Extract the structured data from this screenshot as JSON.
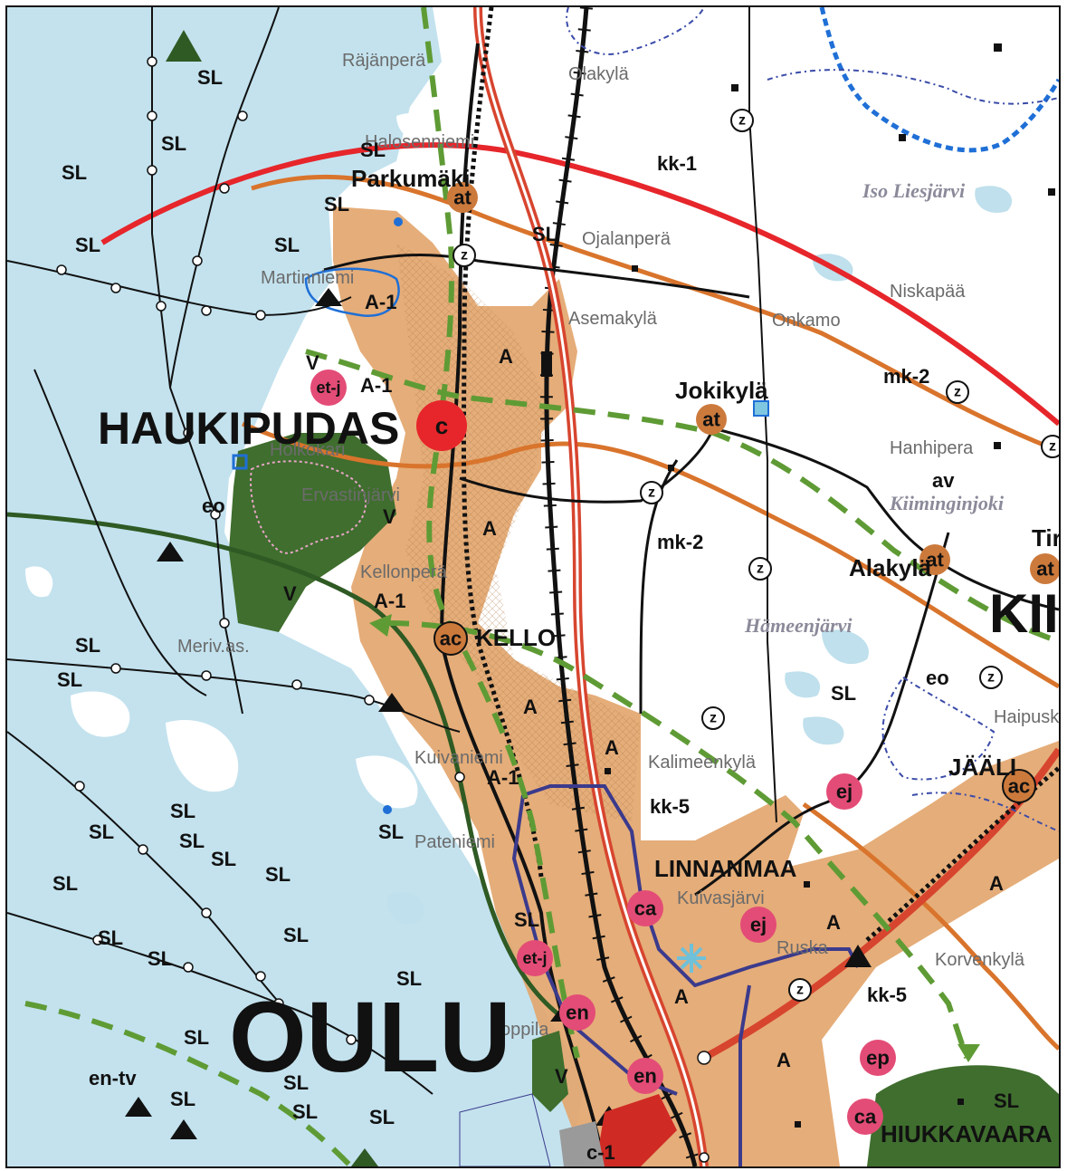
{
  "map": {
    "labels": {
      "haukipudas": "HAUKIPUDAS",
      "oulu": "OULU",
      "kello": "KELLO",
      "linnanmaa": "LINNANMAA",
      "hiukkavaara": "HIUKKAVAARA",
      "jaali": "JÄÄLI",
      "kii": "KII",
      "parkumaki": "Parkumäki",
      "jokikyla": "Jokikylä",
      "alakyla": "Alakylä",
      "tir": "Tir",
      "rajanpera": "Räjänperä",
      "olakyla": "Olakylä",
      "ojalanpera": "Ojalanperä",
      "asemakyla": "Asemakylä",
      "onkamo": "Onkamo",
      "niskapaa": "Niskapää",
      "iso_liesjarvi": "Iso Liesjärvi",
      "hanhipera": "Hanhipera",
      "kiiminginjoki": "Kiiminginjoki",
      "himeenjarvi": "Hämeenjärvi",
      "haipusk": "Haipusk",
      "kalimeenkyla": "Kalimeenkylä",
      "kuivasjarvi": "Kuivasjärvi",
      "ruska": "Ruska",
      "korvenkyla": "Korvenkylä",
      "toppila": "Toppila",
      "pateniemi": "Pateniemi",
      "kuivaniemi": "Kuivaniemi",
      "kellonpera": "Kellonperä",
      "ervastinjarvi": "Ervastinjärvi",
      "holkokari": "Holkokari",
      "martinniemi": "Martinniemi",
      "marjas": "Meriv.as.",
      "halssi": "Halosenniemi"
    },
    "codes": {
      "sl": "SL",
      "a": "A",
      "a1": "A-1",
      "v": "V",
      "av": "av",
      "eo": "eo",
      "kk1": "kk-1",
      "kk5": "kk-5",
      "mk2": "mk-2",
      "en_tv": "en-tv",
      "c1": "c-1"
    },
    "badges": {
      "at": "at",
      "ac": "ac",
      "c": "c",
      "et_j": "et-j",
      "ej": "ej",
      "ca": "ca",
      "en": "en",
      "ep": "ep",
      "z": "z"
    },
    "colors": {
      "water": "#c3e2ee",
      "land": "#ffffff",
      "urban": "#e3a66e",
      "green": "#3f6e2e",
      "red_line": "#e6262b",
      "orange_line": "#d9742c",
      "green_dash": "#5f9b35",
      "railway": "#111111",
      "highway": "#d7452f",
      "purple": "#3b3a8c",
      "blue_boundary": "#1f6fd6",
      "badge_red": "#e6262b",
      "badge_pink": "#e34c76",
      "badge_orange": "#cc7a3c"
    }
  }
}
